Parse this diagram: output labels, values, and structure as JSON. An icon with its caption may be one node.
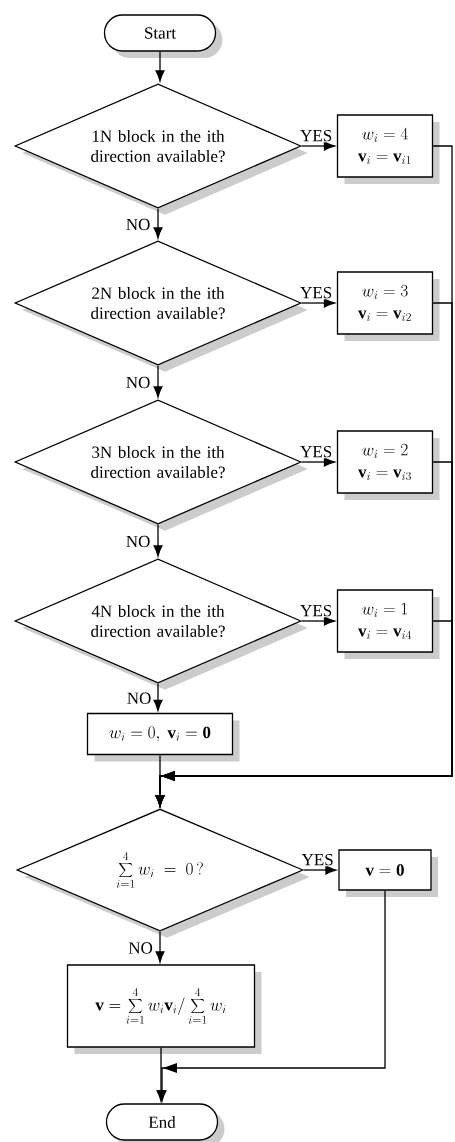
{
  "diagram": {
    "nodes": [
      {
        "text": [
          "Start"
        ]
      },
      {
        "text": [
          "1N block in the ith direction available?"
        ]
      },
      {
        "text": [
          "w_{i} = 4",
          "\\mathbf{v}_{i} = \\mathbf{v}_{i1}"
        ]
      },
      {
        "text": [
          "2N block in the ith direction available?"
        ]
      },
      {
        "text": [
          "w_{i} = 3",
          "\\mathbf{v}_{i} = \\mathbf{v}_{i2}"
        ]
      },
      {
        "text": [
          "3N block in the ith direction available?"
        ]
      },
      {
        "text": [
          "w_{i} = 2",
          "\\mathbf{v}_{i} = \\mathbf{v}_{i3}"
        ]
      },
      {
        "text": [
          "4N block in the ith direction available?"
        ]
      },
      {
        "text": [
          "w_{i} = 1",
          "\\mathbf{v}_{i} = \\mathbf{v}_{i4}"
        ]
      },
      {
        "text": [
          "w_{i} = 0,\\ \\mathbf{v}_{i} = \\mathbf{0}"
        ]
      },
      {
        "text": [
          "\\sum_{i=1}^{4} w_{i} = 0\\,?"
        ]
      },
      {
        "text": [
          "\\mathbf{v} = \\mathbf{0}"
        ]
      },
      {
        "text": [
          "\\mathbf{v} = \\sum_{i=1}^{4} w_{i}\\mathbf{v}_{i} \\Big/ \\sum_{i=1}^{4} w_{i}"
        ]
      },
      {
        "text": [
          "End"
        ]
      }
    ],
    "edges": [
      {
        "from": 0,
        "to": 1,
        "arrow": "to"
      },
      {
        "from": 1,
        "to": 2,
        "arrow": "to",
        "label": "YES"
      },
      {
        "from": 1,
        "to": 3,
        "arrow": "to",
        "label": "NO"
      },
      {
        "from": 3,
        "to": 4,
        "arrow": "to",
        "label": "YES"
      },
      {
        "from": 3,
        "to": 5,
        "arrow": "to",
        "label": "NO"
      },
      {
        "from": 5,
        "to": 6,
        "arrow": "to",
        "label": "YES"
      },
      {
        "from": 5,
        "to": 7,
        "arrow": "to",
        "label": "NO"
      },
      {
        "from": 7,
        "to": 8,
        "arrow": "to",
        "label": "YES"
      },
      {
        "from": 7,
        "to": 9,
        "arrow": "to",
        "label": "NO"
      },
      {
        "from": 2,
        "to": 10,
        "arrow": "to"
      },
      {
        "from": 4,
        "to": 10,
        "arrow": "to"
      },
      {
        "from": 6,
        "to": 10,
        "arrow": "to"
      },
      {
        "from": 8,
        "to": 10,
        "arrow": "to"
      },
      {
        "from": 9,
        "to": 10,
        "arrow": "to"
      },
      {
        "from": 10,
        "to": 11,
        "arrow": "to",
        "label": "YES"
      },
      {
        "from": 10,
        "to": 12,
        "arrow": "to",
        "label": "NO"
      },
      {
        "from": 11,
        "to": 13,
        "arrow": "to"
      },
      {
        "from": 12,
        "to": 13,
        "arrow": "to"
      }
    ]
  }
}
